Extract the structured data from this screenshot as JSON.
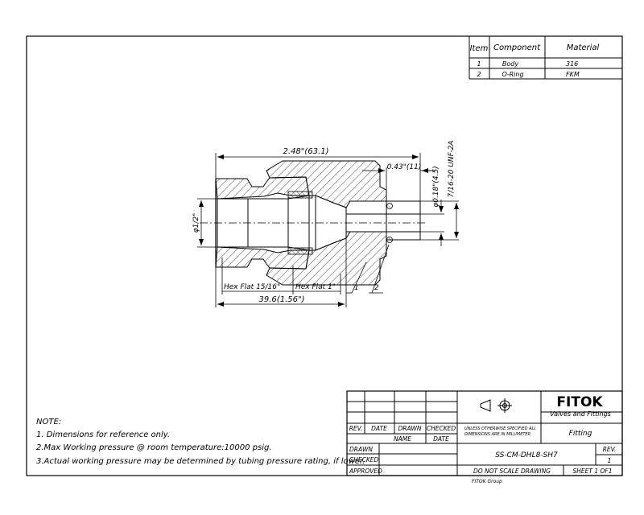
{
  "parts_table": {
    "headers": {
      "item": "Item",
      "component": "Component",
      "material": "Material"
    },
    "rows": [
      {
        "item": "1",
        "component": "Body",
        "material": "316"
      },
      {
        "item": "2",
        "component": "O-Ring",
        "material": "FKM"
      }
    ]
  },
  "dimensions": {
    "overall_length": "2.48\"(63.1)",
    "stub_length": "0.43\"(11)",
    "bore_dia": "φ0.18\"(4.5)",
    "thread": "7/16-20 UNF-2A",
    "tube_dia": "φ1/2\"",
    "hex_large": "Hex Flat 15/16\"",
    "hex_small": "Hex Flat 1\"",
    "body_length": "39.6(1.56\")",
    "callout_1": "1",
    "callout_2": "2"
  },
  "notes": {
    "title": "NOTE:",
    "lines": [
      "1. Dimensions for reference only.",
      "2.Max Working pressure @ room temperature:10000 psig.",
      "3.Actual working pressure may be determined by tubing pressure rating, if lower."
    ]
  },
  "title_block": {
    "rev_headers": {
      "rev": "REV.",
      "date": "DATE",
      "drawn": "DRAWN",
      "checked": "CHECKED",
      "name": "NAME",
      "date2": "DATE"
    },
    "row_labels": {
      "drawn": "DRAWN",
      "checked": "CHECKED",
      "approved": "APPROVED"
    },
    "tolerance_note_1": "UNLESS OTHERWISE SPECIFIED ALL",
    "tolerance_note_2": "DIMENSIONS ARE IN MILLIMETER",
    "brand": "FITOK",
    "tagline": "Valves and Fittings",
    "description": "Fitting",
    "part_number": "SS-CM-DHL8-SH7",
    "rev_label": "REV.",
    "rev_value": "1",
    "scale_note": "DO NOT SCALE DRAWING",
    "sheet": "SHEET 1 OF1",
    "footer": "FITOK Group"
  }
}
